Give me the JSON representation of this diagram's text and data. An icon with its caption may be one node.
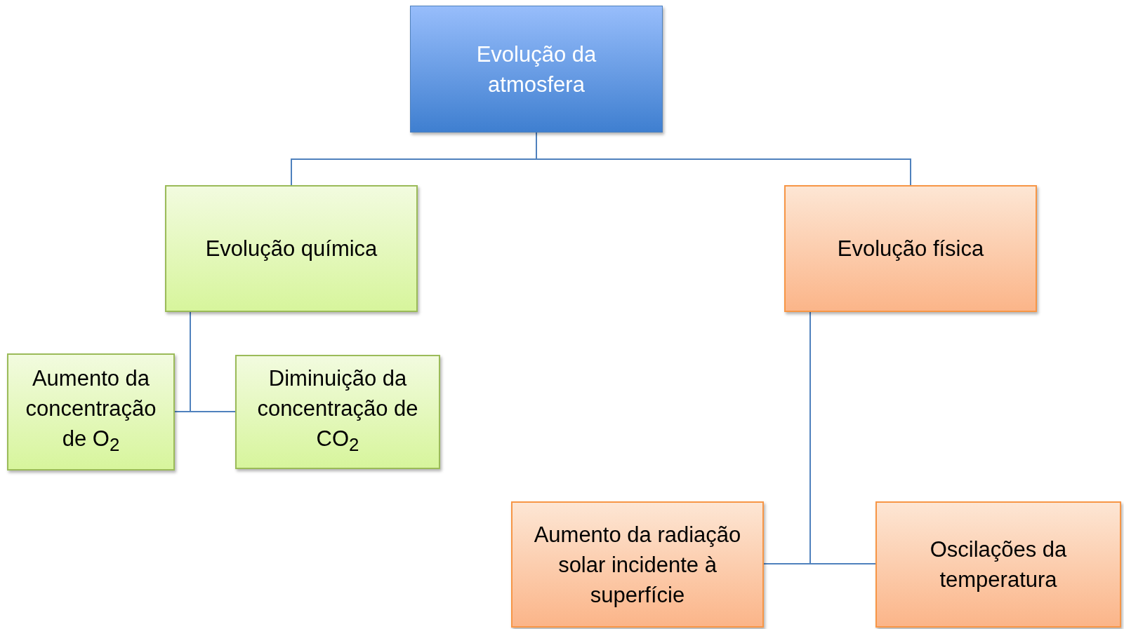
{
  "diagram": {
    "nodes": [
      {
        "text": [
          "Evolução da atmosfera"
        ]
      },
      {
        "text": [
          "Evolução química"
        ]
      },
      {
        "text": [
          "Evolução física"
        ]
      },
      {
        "text": [
          "Aumento da concentração de O$_{2}$"
        ]
      },
      {
        "text": [
          "Diminuição da concentração de CO$_{2}$"
        ]
      },
      {
        "text": [
          "Aumento da radiação solar incidente à superfície"
        ]
      },
      {
        "text": [
          "Oscilações da temperatura"
        ]
      }
    ],
    "edges": [
      {
        "from": 0,
        "to": 1,
        "arrow": "none"
      },
      {
        "from": 0,
        "to": 2,
        "arrow": "none"
      },
      {
        "from": 1,
        "to": 3,
        "arrow": "none"
      },
      {
        "from": 1,
        "to": 4,
        "arrow": "none"
      },
      {
        "from": 2,
        "to": 5,
        "arrow": "none"
      },
      {
        "from": 2,
        "to": 6,
        "arrow": "none"
      }
    ]
  }
}
